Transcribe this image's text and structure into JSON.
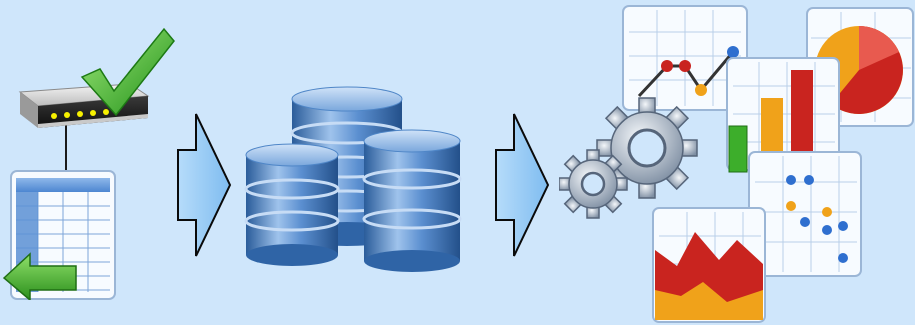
{
  "diagram": {
    "stages": [
      {
        "id": "data-sources",
        "icons": [
          "network-device-icon",
          "checkmark-icon",
          "spreadsheet-icon",
          "import-arrow-icon"
        ]
      },
      {
        "id": "data-warehouse",
        "icons": [
          "database-cylinder-icon"
        ]
      },
      {
        "id": "analytics",
        "icons": [
          "gears-icon",
          "line-chart-icon",
          "bar-chart-icon",
          "pie-chart-icon",
          "scatter-chart-icon",
          "area-chart-icon"
        ]
      }
    ],
    "flow_arrows": 2,
    "colors": {
      "background": "#cfe6fb",
      "arrow_fill": "#8ec8f5",
      "db_blue": "#4f86c7",
      "check_green": "#3dae2b",
      "chart_red": "#c9241f",
      "chart_orange": "#f0a21a"
    }
  }
}
